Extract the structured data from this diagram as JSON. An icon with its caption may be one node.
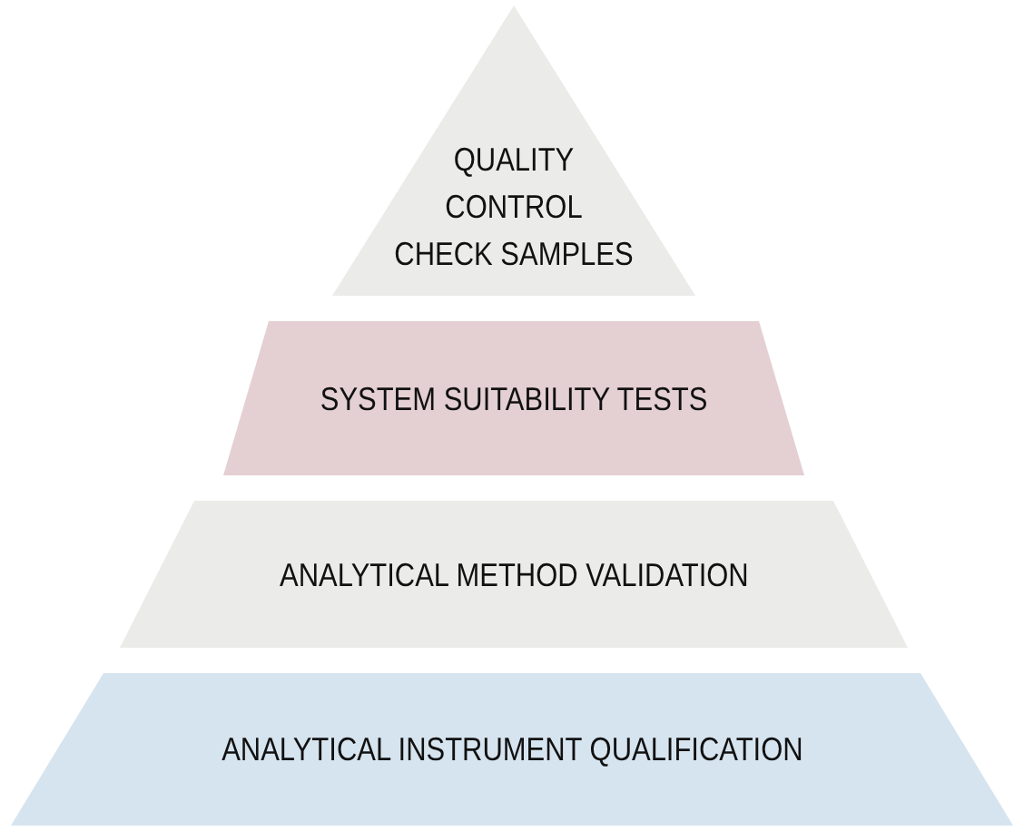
{
  "diagram": {
    "nodes": [
      {
        "text": [
          "QUALITY CONTROL CHECK SAMPLES"
        ]
      },
      {
        "text": [
          "SYSTEM SUITABILITY TESTS"
        ]
      },
      {
        "text": [
          "ANALYTICAL METHOD VALIDATION"
        ]
      },
      {
        "text": [
          "ANALYTICAL INSTRUMENT QUALIFICATION"
        ]
      }
    ]
  }
}
